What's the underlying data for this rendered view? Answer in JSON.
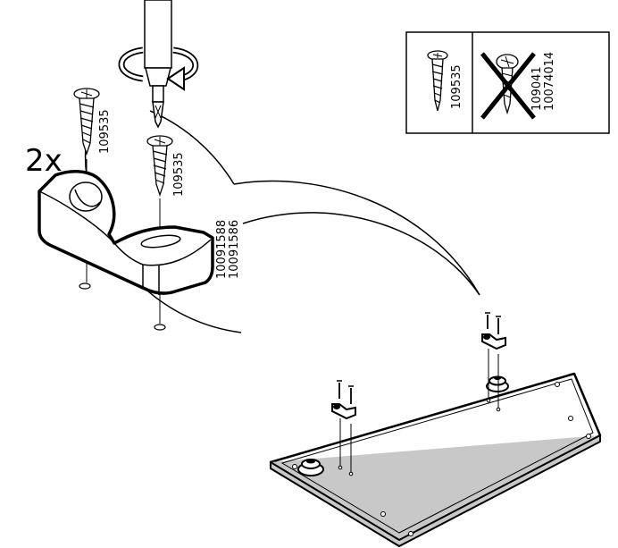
{
  "instruction_step": {
    "quantity": "2x",
    "bracket_part_numbers": [
      "10091588",
      "10091586"
    ],
    "screw_part_number": "109535",
    "screw_part_number_2": "109535"
  },
  "screw_reference_panel": {
    "correct_screw": "109535",
    "wrong_screw_numbers": [
      "109041",
      "10074014"
    ]
  },
  "colors": {
    "line": "#000000",
    "background": "#ffffff",
    "panel_edge": "#c8c8c8"
  },
  "icons": [
    "screwdriver-icon",
    "rotation-arrow-icon",
    "screw-icon",
    "wrong-cross-icon"
  ]
}
